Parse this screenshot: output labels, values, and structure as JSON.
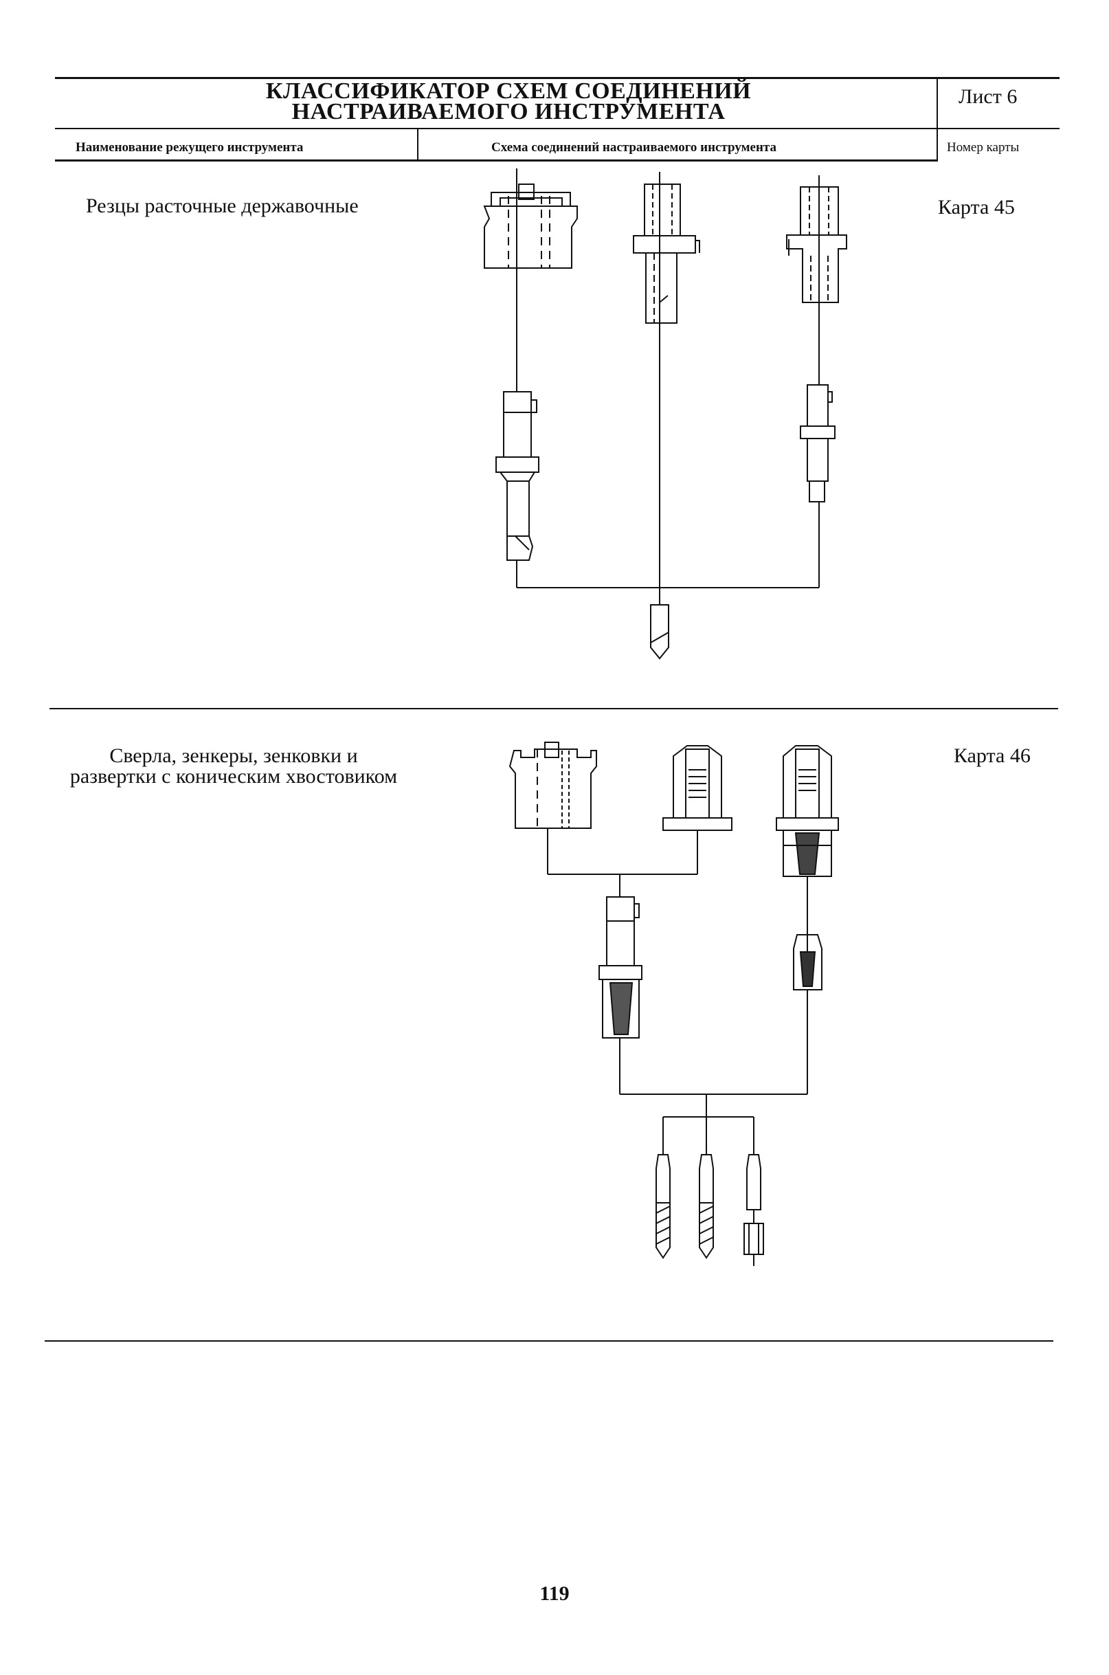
{
  "header": {
    "title_line1": "КЛАССИФИКАТОР СХЕМ СОЕДИНЕНИЙ",
    "title_line2": "НАСТРАИВАЕМОГО ИНСТРУМЕНТА",
    "sheet_label": "Лист 6",
    "col_tool_name": "Наименование режущего инструмента",
    "col_schema": "Схема соединений настраиваемого инструмента",
    "col_card": "Номер карты"
  },
  "rows": [
    {
      "tool_name": "Резцы расточные державочные",
      "card": "Карта 45"
    },
    {
      "tool_name_line1": "Сверла, зенкеры, зенковки и",
      "tool_name_line2": "развертки с коническим хвостовиком",
      "card": "Карта 46"
    }
  ],
  "footer": {
    "page_number": "119"
  }
}
